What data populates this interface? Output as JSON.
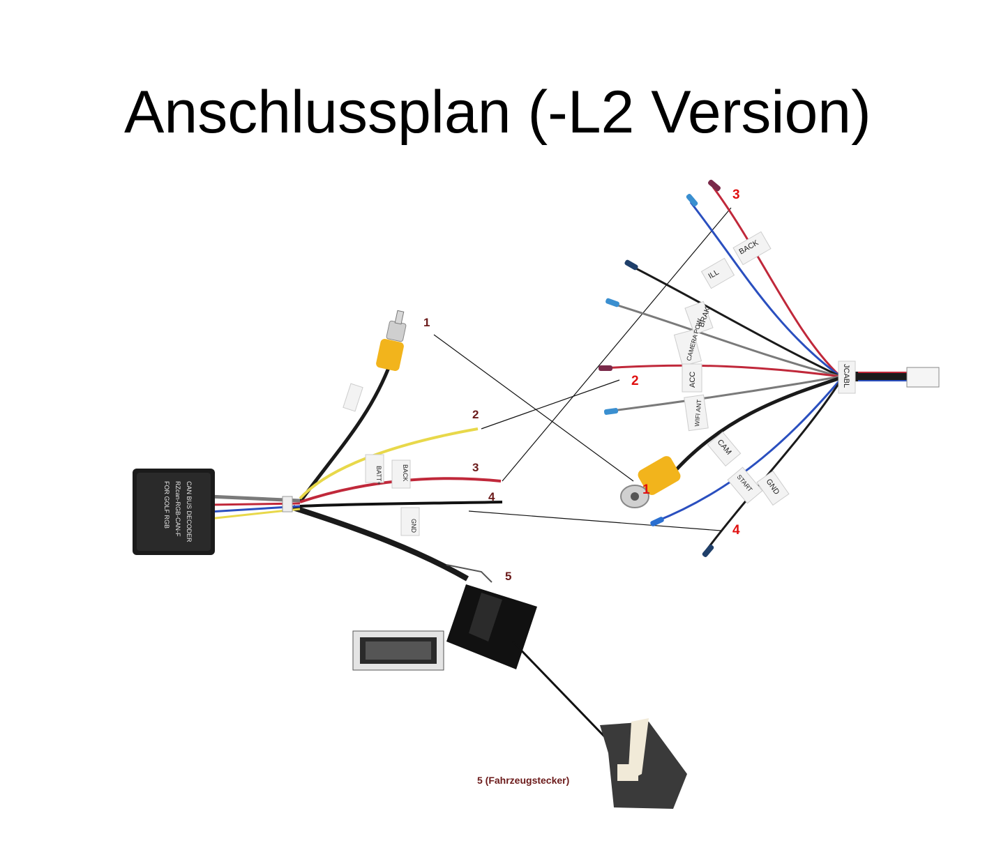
{
  "title": "Anschlussplan (-L2 Version)",
  "callouts_left": [
    "1",
    "2",
    "3",
    "4",
    "5"
  ],
  "callouts_right": [
    "1",
    "2",
    "3",
    "4"
  ],
  "vehicle_connector_caption": "5 (Fahrzeugstecker)",
  "decoder_label": {
    "line1": "CAN  BUS  DECODER",
    "line2": "RZcan-RGB-CAN-F",
    "line3": "FOR  GOLF  RGB"
  },
  "left_wire_tags": {
    "batt": "BATT+",
    "back": "BACK",
    "gnd": "GND"
  },
  "right_wire_tags": {
    "back": "BACK",
    "ill": "ILL",
    "brak": "BRAK",
    "camera_pow": "CAMERA POW",
    "acc": "ACC",
    "wifi_ant": "WIFI ANT",
    "cam": "CAM",
    "start": "START",
    "gnd": "GND",
    "cable": "JCABL"
  },
  "colors": {
    "callout_dark": "#6b1a1a",
    "callout_red": "#e01010",
    "wire_red": "#c0283a",
    "wire_yellow": "#e8d84a",
    "wire_blue": "#2a4fbf",
    "wire_black": "#1a1a1a",
    "wire_gray": "#7a7a7a",
    "rca_yellow": "#f2b41c"
  }
}
